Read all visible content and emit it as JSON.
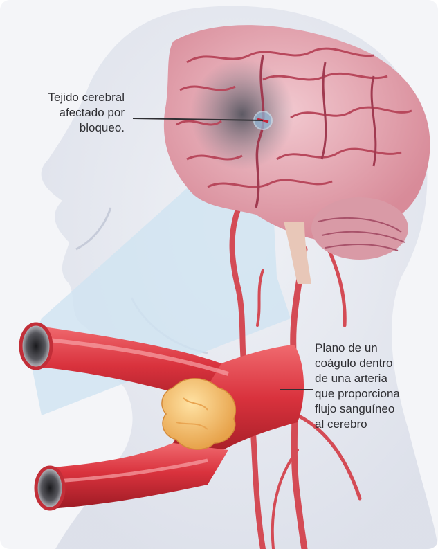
{
  "diagram": {
    "callouts": [
      {
        "id": "brain",
        "text": "Tejido cerebral\nafectado por\nbloqueo."
      },
      {
        "id": "clot",
        "text": "Plano de un\ncoágulo dentro\nde una arteria\nque proporciona\nflujo sanguíneo\nal cerebro"
      }
    ]
  },
  "colors": {
    "background": "#f4f5f8",
    "head_silhouette": "#d8dce8",
    "highlight_beam": "#cfe4f1",
    "brain": "#e9b3bd",
    "brain_folds": "#b8485c",
    "affected_area": "#6f6e7a",
    "artery": "#d9323d",
    "artery_dark": "#9d1b24",
    "clot": "#f3b95c",
    "text": "#2f2f33"
  }
}
